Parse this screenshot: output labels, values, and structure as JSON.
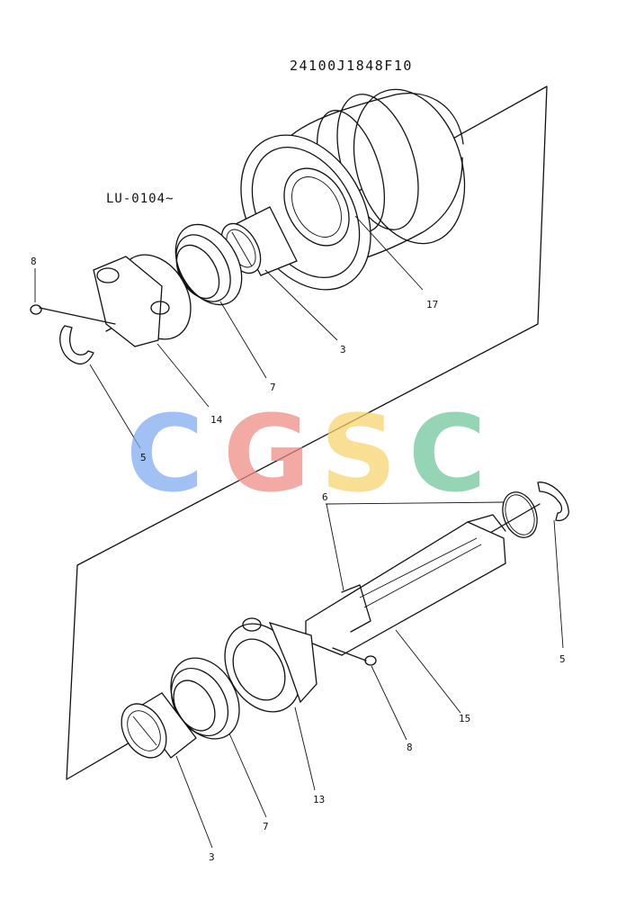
{
  "part_number": "24100J1848F10",
  "serial_note": "LU-0104~",
  "watermark": {
    "letters": [
      "C",
      "G",
      "S",
      "C"
    ],
    "colors": [
      "#7eaaf2",
      "#ef8a82",
      "#f7d36a",
      "#6ec49a"
    ]
  },
  "callouts": {
    "top_bolt": "8",
    "top_ring": "5",
    "top_collar": "14",
    "top_seal": "7",
    "top_bushing": "3",
    "roller": "17",
    "oring": "6",
    "right_ring": "5",
    "shaft": "15",
    "bottom_bolt": "8",
    "bottom_collar": "13",
    "bottom_seal": "7",
    "bottom_bushing": "3"
  },
  "label_color": "#1a3fb5"
}
